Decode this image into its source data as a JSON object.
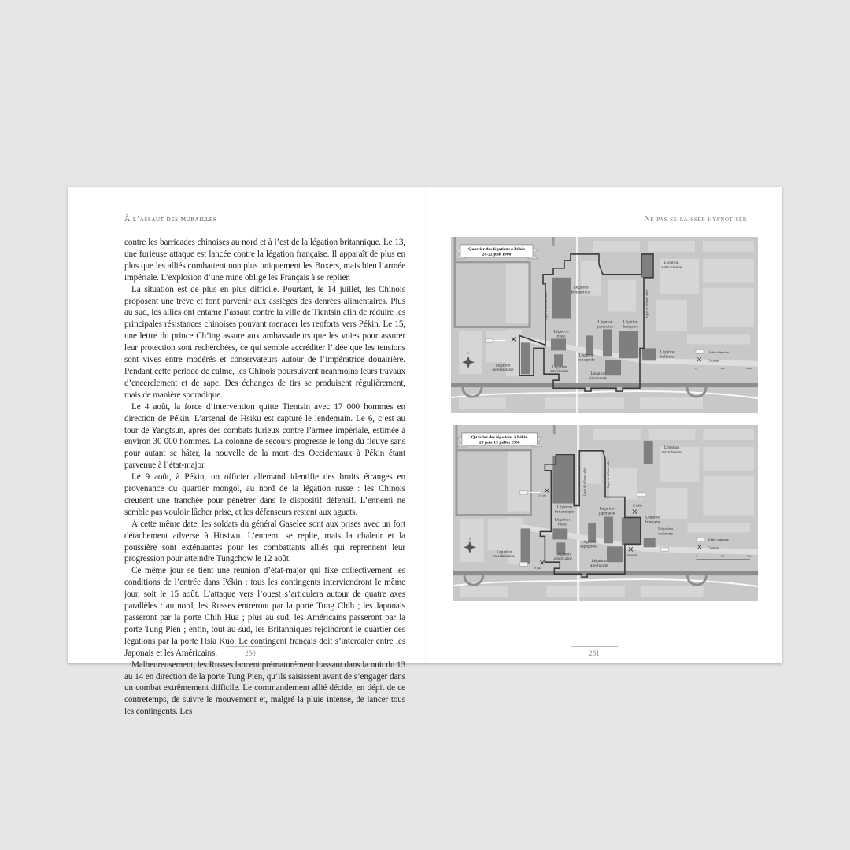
{
  "left_page": {
    "running_head": "À l’assaut des murailles",
    "page_number": "250",
    "paragraphs": [
      "contre les barricades chinoises au nord et à l’est de la légation britannique. Le 13, une furieuse attaque est lancée contre la légation française. Il apparaît de plus en plus que les alliés combattent non plus uniquement les Boxers, mais bien l’armée impériale. L’explosion d’une mine oblige les Français à se replier.",
      "La situation est de plus en plus difficile. Pourtant, le 14 juillet, les Chinois proposent une trêve et font parvenir aux assiégés des denrées alimentaires. Plus au sud, les alliés ont entamé l’assaut contre la ville de Tientsin afin de réduire les principales résistances chinoises pouvant menacer les renforts vers Pékin. Le 15, une lettre du prince Ch’ing assure aux ambassadeurs que les voies pour assurer leur protection sont recherchées, ce qui semble accréditer l’idée que les tensions sont vives entre modérés et conservateurs autour de l’impératrice douairière. Pendant cette période de calme, les Chinois poursuivent néanmoins leurs travaux d’encerclement et de sape. Des échanges de tirs se produisent régulièrement, mais de manière sporadique.",
      "Le 4 août, la force d’intervention quitte Tientsin avec 17 000 hommes en direction de Pékin. L’arsenal de Hsiku est capturé le lendemain. Le 6, c’est au tour de Yangtsun, après des combats furieux contre l’armée impériale, estimée à environ 30 000 hommes. La colonne de secours progresse le long du fleuve sans pour autant se hâter, la nouvelle de la mort des Occidentaux à Pékin étant parvenue à l’état-major.",
      "Le 9 août, à Pékin, un officier allemand identifie des bruits étranges en provenance du quartier mongol, au nord de la légation russe : les Chinois creusent une tranchée pour pénétrer dans le dispositif défensif. L’ennemi ne semble pas vouloir lâcher prise, et les défenseurs restent aux aguets.",
      "À cette même date, les soldats du général Gaselee sont aux prises avec un fort détachement adverse à Hosiwu. L’ennemi se replie, mais la chaleur et la poussière sont exténuantes pour les combattants alliés qui reprennent leur progression pour atteindre Tungchow le 12 août.",
      "Ce même jour se tient une réunion d’état-major qui fixe collectivement les conditions de l’entrée dans Pékin : tous les contingents interviendront le même jour, soit le 15 août. L’attaque vers l’ouest s’articulera autour de quatre axes parallèles : au nord, les Russes entreront par la porte Tung Chih ; les Japonais passeront par la porte Chih Hua ; plus au sud, les Américains passeront par la porte Tung Pien ; enfin, tout au sud, les Britanniques rejoindront le quartier des légations par la porte Hsia Kuo. Le contingent français doit s’intercaler entre les Japonais et les Américains.",
      "Malheureusement, les Russes lancent prématurément l’assaut dans la nuit du 13 au 14 en direction de la porte Tung Pien, qu’ils saisissent avant de s’engager dans un combat extrêmement difficile. Le commandement allié décide, en dépit de ce contretemps, de suivre le mouvement et, malgré la pluie intense, de lancer tous les contingents. Les"
    ]
  },
  "right_page": {
    "running_head": "Ne pas se laisser hypnotiser",
    "page_number": "251",
    "map1": {
      "title_line1": "Quartier des légations à Pékin",
      "title_line2": "20-22 juin 1900",
      "labels": {
        "britannique": [
          "Légation",
          "britannique"
        ],
        "russe": [
          "Légation",
          "russe"
        ],
        "japonaise": [
          "Légation",
          "japonaise"
        ],
        "francaise": [
          "Légation",
          "française"
        ],
        "autrichienne": [
          "Légation",
          "autrichienne"
        ],
        "italienne": [
          "Légation",
          "italienne"
        ],
        "espagnole": [
          "Légation",
          "espagnole"
        ],
        "neerlandaise": [
          "Légation",
          "néerlandaise"
        ],
        "americaine": [
          "Légation",
          "américaine"
        ],
        "allemande": [
          "Légation",
          "allemande"
        ]
      },
      "defense_line": "Ligne de défense alliée",
      "compass_north": "N",
      "legend": {
        "unit": "Unité chinoise",
        "combat": "Combat"
      },
      "scale": [
        "0",
        "200",
        "400m"
      ]
    },
    "map2": {
      "title_line1": "Quartier des légations à Pékin",
      "title_line2": "23 juin-13 juillet 1900",
      "labels": {
        "britannique": [
          "Légation",
          "britannique"
        ],
        "russe": [
          "Légation",
          "russe"
        ],
        "japonaise": [
          "Légation",
          "japonaise"
        ],
        "francaise": [
          "Légation",
          "française"
        ],
        "autrichienne": [
          "Légation",
          "autrichienne"
        ],
        "italienne": [
          "Légation",
          "italienne"
        ],
        "espagnole": [
          "Légation",
          "espagnole"
        ],
        "neerlandaise": [
          "Légation",
          "néerlandaise"
        ],
        "americaine": [
          "Légation",
          "américaine"
        ],
        "allemande": [
          "Légation",
          "allemande"
        ]
      },
      "defense_line": "Ligne de défense alliée",
      "compass_north": "N",
      "dates": {
        "d1": "24 juin",
        "d2": "13 juillet",
        "d3": "1er juillet",
        "d4": "23 juin"
      },
      "legend": {
        "unit": "Unité chinoise",
        "combat": "Combat"
      },
      "scale": [
        "0",
        "200",
        "400m"
      ]
    }
  }
}
